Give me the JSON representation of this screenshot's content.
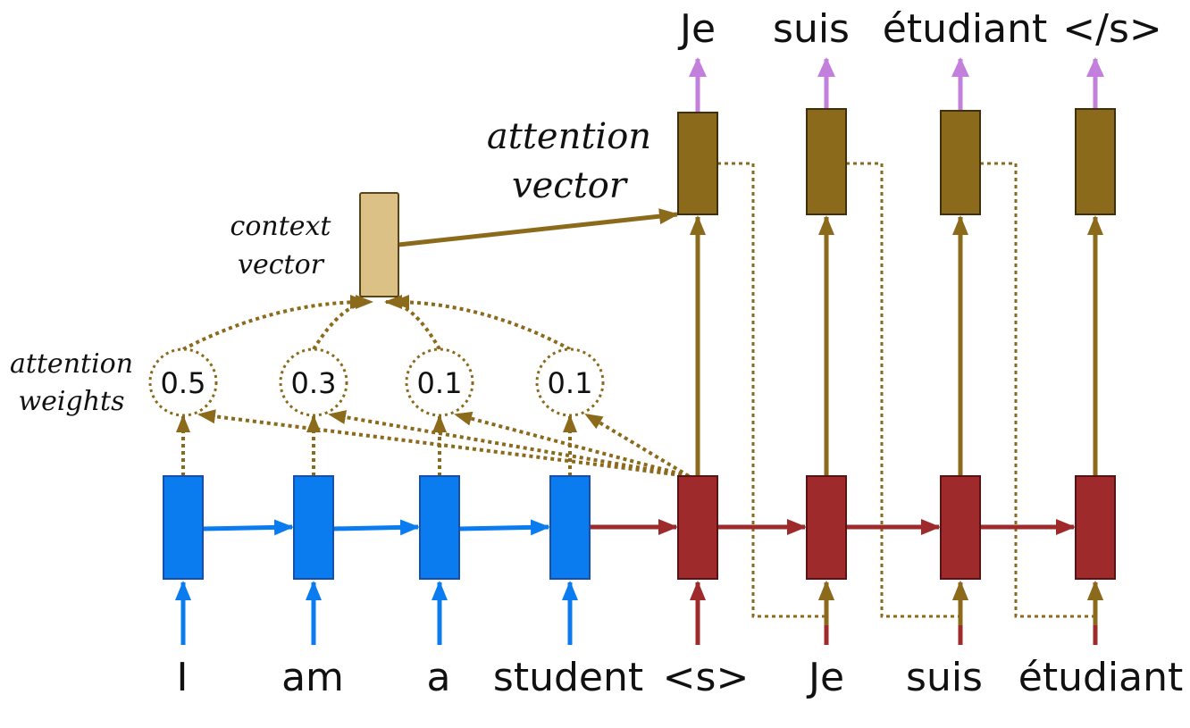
{
  "colors": {
    "encoder": "#0A7CF0",
    "encoder_edge": "#1650A8",
    "decoder": "#9E2A2B",
    "decoder_edge": "#5A1214",
    "attention": "#8B6A1C",
    "attention_edge": "#3F2F0C",
    "context": "#DCC187",
    "context_edge": "#5C4418",
    "output_arrow": "#C27FDB"
  },
  "source_tokens": [
    "I",
    "am",
    "a",
    "student"
  ],
  "decoder_inputs": [
    "<s>",
    "Je",
    "suis",
    "étudiant"
  ],
  "output_tokens": [
    "Je",
    "suis",
    "étudiant",
    "</s>"
  ],
  "attention_weights": [
    "0.5",
    "0.3",
    "0.1",
    "0.1"
  ],
  "labels": {
    "attention_vector_line1": "attention",
    "attention_vector_line2": "vector",
    "context_vector_line1": "context",
    "context_vector_line2": "vector",
    "attention_weights_line1": "attention",
    "attention_weights_line2": "weights"
  }
}
